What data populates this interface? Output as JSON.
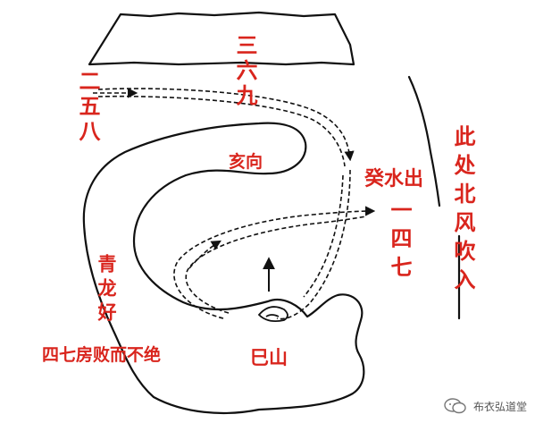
{
  "labels": {
    "left_numbers": "二五八",
    "top_numbers": "三六九",
    "hai_direction": "亥向",
    "gui_water": "癸水出",
    "numbers_147": "一四七",
    "north_wind": "此处北风吹入",
    "green_dragon": "青龙好",
    "decline": "四七房败而不绝",
    "ba_mountain": "巳山"
  },
  "watermark": {
    "text": "布衣弘道堂",
    "icon": "wechat-icon"
  },
  "colors": {
    "label": "#d9251d",
    "line": "#111111",
    "watermark": "#555555"
  }
}
